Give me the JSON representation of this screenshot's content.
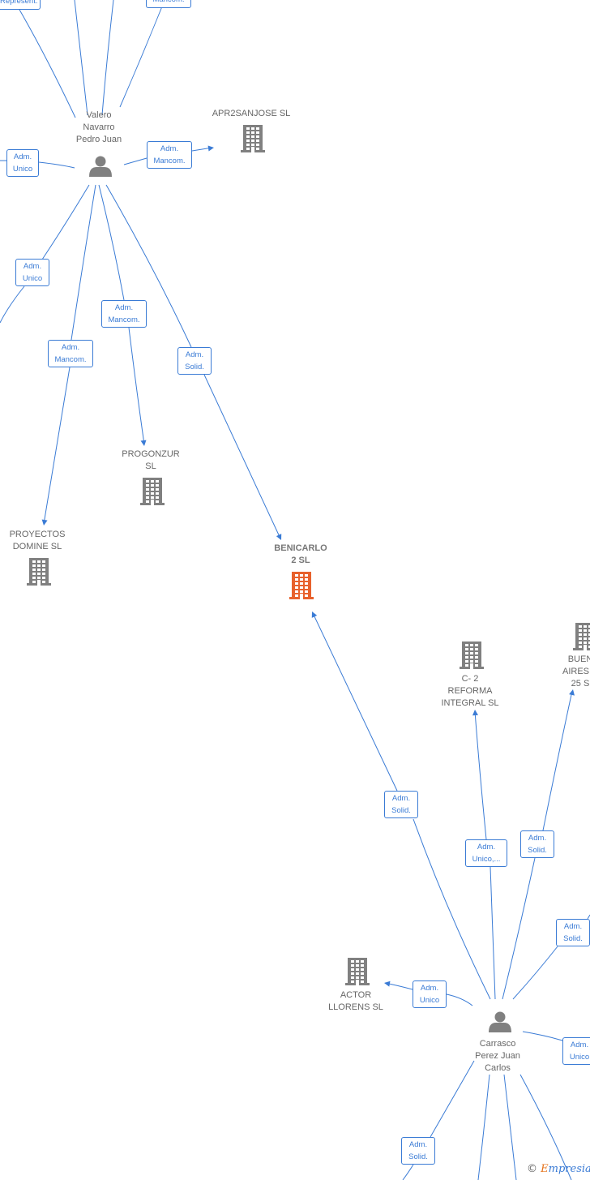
{
  "colors": {
    "edge": "#3a7bd5",
    "company": "#808080",
    "focus": "#e8612c",
    "person": "#808080"
  },
  "nodes": [
    {
      "id": "valero",
      "type": "person",
      "lines": [
        "Valero",
        "Navarro",
        "Pedro Juan"
      ]
    },
    {
      "id": "apr2sanjose",
      "type": "company",
      "lines": [
        "APR2SANJOSE SL"
      ]
    },
    {
      "id": "progonzur",
      "type": "company",
      "lines": [
        "PROGONZUR",
        "SL"
      ]
    },
    {
      "id": "proyectos",
      "type": "company",
      "lines": [
        "PROYECTOS",
        "DOMINE SL"
      ]
    },
    {
      "id": "benicarlo",
      "type": "company",
      "focus": true,
      "lines": [
        "BENICARLO",
        "2  SL"
      ]
    },
    {
      "id": "c2reforma",
      "type": "company",
      "lines": [
        "C- 2",
        "REFORMA",
        "INTEGRAL  SL"
      ]
    },
    {
      "id": "buenos",
      "type": "company",
      "lines": [
        "BUEN",
        "AIRES H",
        "25  S"
      ]
    },
    {
      "id": "actor",
      "type": "company",
      "lines": [
        "ACTOR",
        "LLORENS  SL"
      ]
    },
    {
      "id": "carrasco",
      "type": "person",
      "lines": [
        "Carrasco",
        "Perez Juan",
        "Carlos"
      ]
    }
  ],
  "edge_labels": [
    {
      "id": "e_top_left",
      "lines": [
        "Represent."
      ]
    },
    {
      "id": "e_top_right",
      "lines": [
        "Mancom."
      ]
    },
    {
      "id": "e_left_unico",
      "lines": [
        "Adm.",
        "Unico"
      ]
    },
    {
      "id": "e_apr2",
      "lines": [
        "Adm.",
        "Mancom."
      ]
    },
    {
      "id": "e_unico2",
      "lines": [
        "Adm.",
        "Unico"
      ]
    },
    {
      "id": "e_progonzur",
      "lines": [
        "Adm.",
        "Mancom."
      ]
    },
    {
      "id": "e_proyectos",
      "lines": [
        "Adm.",
        "Mancom."
      ]
    },
    {
      "id": "e_benicarlo_v",
      "lines": [
        "Adm.",
        "Solid."
      ]
    },
    {
      "id": "e_benicarlo_c",
      "lines": [
        "Adm.",
        "Solid."
      ]
    },
    {
      "id": "e_c2",
      "lines": [
        "Adm.",
        "Unico,..."
      ]
    },
    {
      "id": "e_buenos",
      "lines": [
        "Adm.",
        "Solid."
      ]
    },
    {
      "id": "e_right_solid",
      "lines": [
        "Adm.",
        "Solid."
      ]
    },
    {
      "id": "e_actor",
      "lines": [
        "Adm.",
        "Unico"
      ]
    },
    {
      "id": "e_right_unico",
      "lines": [
        "Adm.",
        "Unico"
      ]
    },
    {
      "id": "e_bottom_solid",
      "lines": [
        "Adm.",
        "Solid."
      ]
    }
  ],
  "watermark": {
    "copyright": "©",
    "brand_first": "E",
    "brand_rest": "mpresia"
  }
}
